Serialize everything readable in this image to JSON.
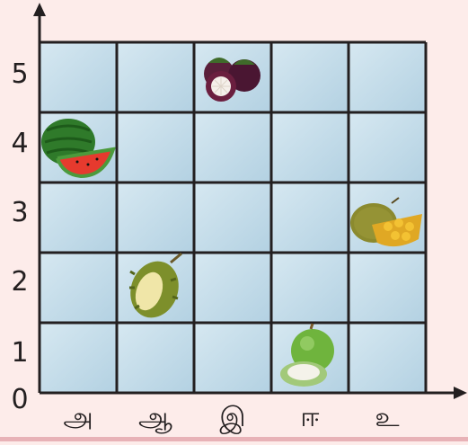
{
  "grid": {
    "rows": 5,
    "cols": 5,
    "cell_color": "#c3dce9",
    "line_color": "#231f20",
    "row_labels": [
      "0",
      "1",
      "2",
      "3",
      "4",
      "5"
    ],
    "col_labels": [
      "அ",
      "ஆ",
      "இ",
      "ஈ",
      "உ"
    ]
  },
  "fruits": [
    {
      "name": "mangosteen",
      "col": "இ",
      "row": 5
    },
    {
      "name": "watermelon",
      "col": "அ",
      "row": 4
    },
    {
      "name": "jackfruit",
      "col": "உ",
      "row": 3
    },
    {
      "name": "durian",
      "col": "ஆ",
      "row": 2
    },
    {
      "name": "tender-coconut",
      "col": "ஈ",
      "row": 1
    }
  ]
}
